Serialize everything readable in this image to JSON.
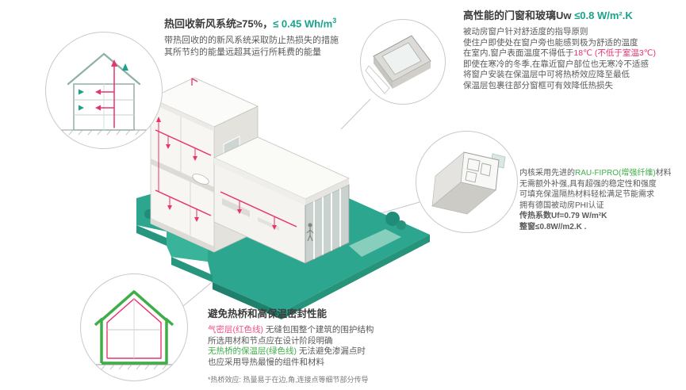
{
  "ventilation": {
    "title_dark": "热回收新风系统≥75%，",
    "title_teal": "≤ 0.45 Wh/m",
    "title_sup": "3",
    "lines": [
      "带热回收的的新风系统采取防止热损失的措施",
      "其所节约的能量远超其运行所耗费的能量"
    ]
  },
  "windows": {
    "title_dark": "高性能的门窗和玻璃Uw ",
    "title_teal": "≤0.8 W/m².K",
    "lines_a": [
      "被动房窗户针对舒适度的指导原则",
      "使住户即使处在窗户旁也能感到极为舒适的温度"
    ],
    "line_temp_pre": "在室内,窗户表面温度不得低于",
    "line_temp_red1": "18℃",
    "line_temp_red2": " (不低于室温3℃)",
    "line_after": "即使在寒冷的冬季,在靠近窗户部位也无寒冷不适感",
    "lines_b": [
      "将窗户安装在保温层中可将热桥效应降至最低",
      "保温层包裹往部分窗框可有效降低热损失"
    ]
  },
  "profile": {
    "line1_pre": "内核采用先进的",
    "line1_green": "RAU-FIPRO(增强纤维)",
    "line1_post": "材料",
    "lines": [
      "无需额外补强,具有超强的稳定性和强度",
      "可填充保温隔热材料轻松满足节能需求",
      "拥有德国被动房PHI认证"
    ],
    "value_lines": [
      "传热系数Uf=0.79 W/m²K",
      "整窗≤0.8W//m2.K ."
    ]
  },
  "thermal": {
    "title": "避免热桥和高保温密封性能",
    "line1_red": "气密层(红色线)",
    "line1_rest": " 无缝包围整个建筑的围护结构",
    "line2": "所选用材和节点应在设计阶段明确",
    "line3_green": "无热桥的保温层(绿色线)",
    "line3_rest": " 无法避免渗漏点时",
    "line4": "也应采用导热最慢的组件和材料",
    "footnote": "*热桥效应: 热量易于在边,角,连接点等细节部分传导"
  },
  "colors": {
    "teal_accent": "#19a38b",
    "duct_red": "#e8336e",
    "airtight_pink": "#ee4d86",
    "insulation_green": "#3fae49",
    "platform_teal": "#2ca68e",
    "text_dark": "#3c3c3c",
    "text_body": "#5a5a5a"
  },
  "icons": {
    "inset_top_left": "ventilation-house-cross-section-icon",
    "inset_top_right": "window-corner-detail-icon",
    "inset_right": "window-profile-icon",
    "inset_bottom_left": "thermal-envelope-house-icon",
    "center": "passive-house-cutaway-illustration"
  }
}
